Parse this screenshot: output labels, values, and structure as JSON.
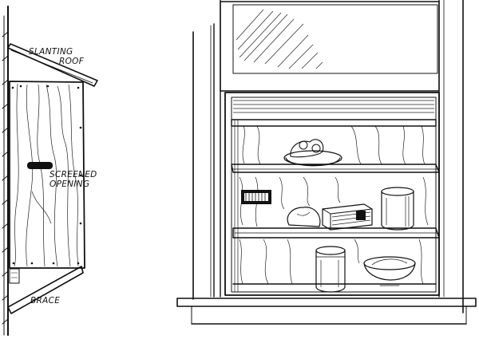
{
  "labels": {
    "slanting_roof_line1": "SLANTING",
    "slanting_roof_line2": "ROOF",
    "screened_line1": "SCREENED",
    "screened_line2": "OPENING",
    "brace": "BRACE"
  }
}
